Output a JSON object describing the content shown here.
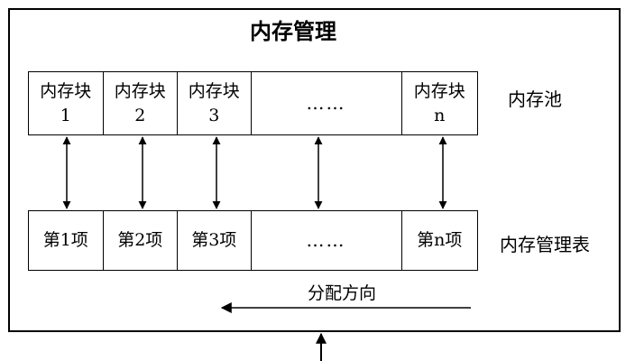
{
  "title": "内存管理",
  "pool": {
    "label": "内存池",
    "blocks": [
      {
        "name": "内存块",
        "index": "1"
      },
      {
        "name": "内存块",
        "index": "2"
      },
      {
        "name": "内存块",
        "index": "3"
      },
      {
        "name": "……",
        "index": ""
      },
      {
        "name": "内存块",
        "index": "n"
      }
    ]
  },
  "table": {
    "label": "内存管理表",
    "entries": [
      "第1项",
      "第2项",
      "第3项",
      "……",
      "第n项"
    ]
  },
  "allocation_direction": "分配方向"
}
